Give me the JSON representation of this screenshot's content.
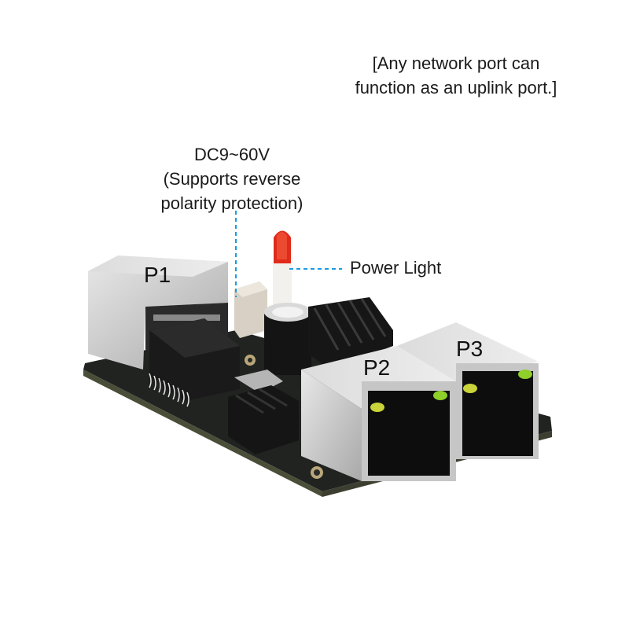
{
  "annotations": {
    "uplink_note": "[Any network port can function as an uplink port.]",
    "uplink_note_line1": "[Any network port can",
    "uplink_note_line2": "function as an uplink port.]",
    "power_input_line1": "DC9~60V",
    "power_input_line2": "(Supports reverse",
    "power_input_line3": "polarity protection)",
    "power_light": "Power Light"
  },
  "ports": [
    {
      "id": "P1",
      "label": "P1"
    },
    {
      "id": "P2",
      "label": "P2"
    },
    {
      "id": "P3",
      "label": "P3"
    }
  ],
  "colors": {
    "leader_line": "#1a9be0",
    "led_red": "#e02a1a",
    "pcb": "#1c1e1c",
    "metal": "#cfcfcf",
    "port_led_green": "#8fcf2a",
    "port_led_yellow": "#c9d33a"
  }
}
